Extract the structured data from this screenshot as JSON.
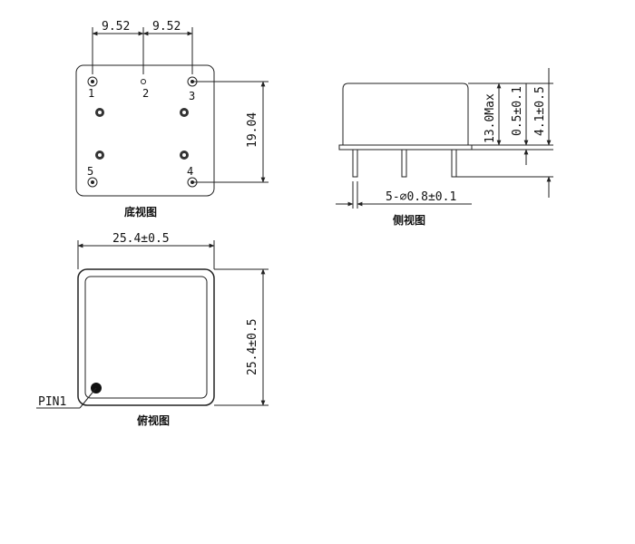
{
  "bottom_view": {
    "title": "底视图",
    "pitch_left": "9.52",
    "pitch_right": "9.52",
    "pin_spacing_vertical": "19.04",
    "pins": [
      "1",
      "2",
      "3",
      "4",
      "5"
    ]
  },
  "side_view": {
    "title": "侧视图",
    "height_max": "13.0Max",
    "standoff": "0.5±0.1",
    "pin_length": "4.1±0.5",
    "pin_diameter": "5-⌀0.8±0.1"
  },
  "top_view": {
    "title": "俯视图",
    "width": "25.4±0.5",
    "height": "25.4±0.5",
    "pin1_label": "PIN1"
  }
}
